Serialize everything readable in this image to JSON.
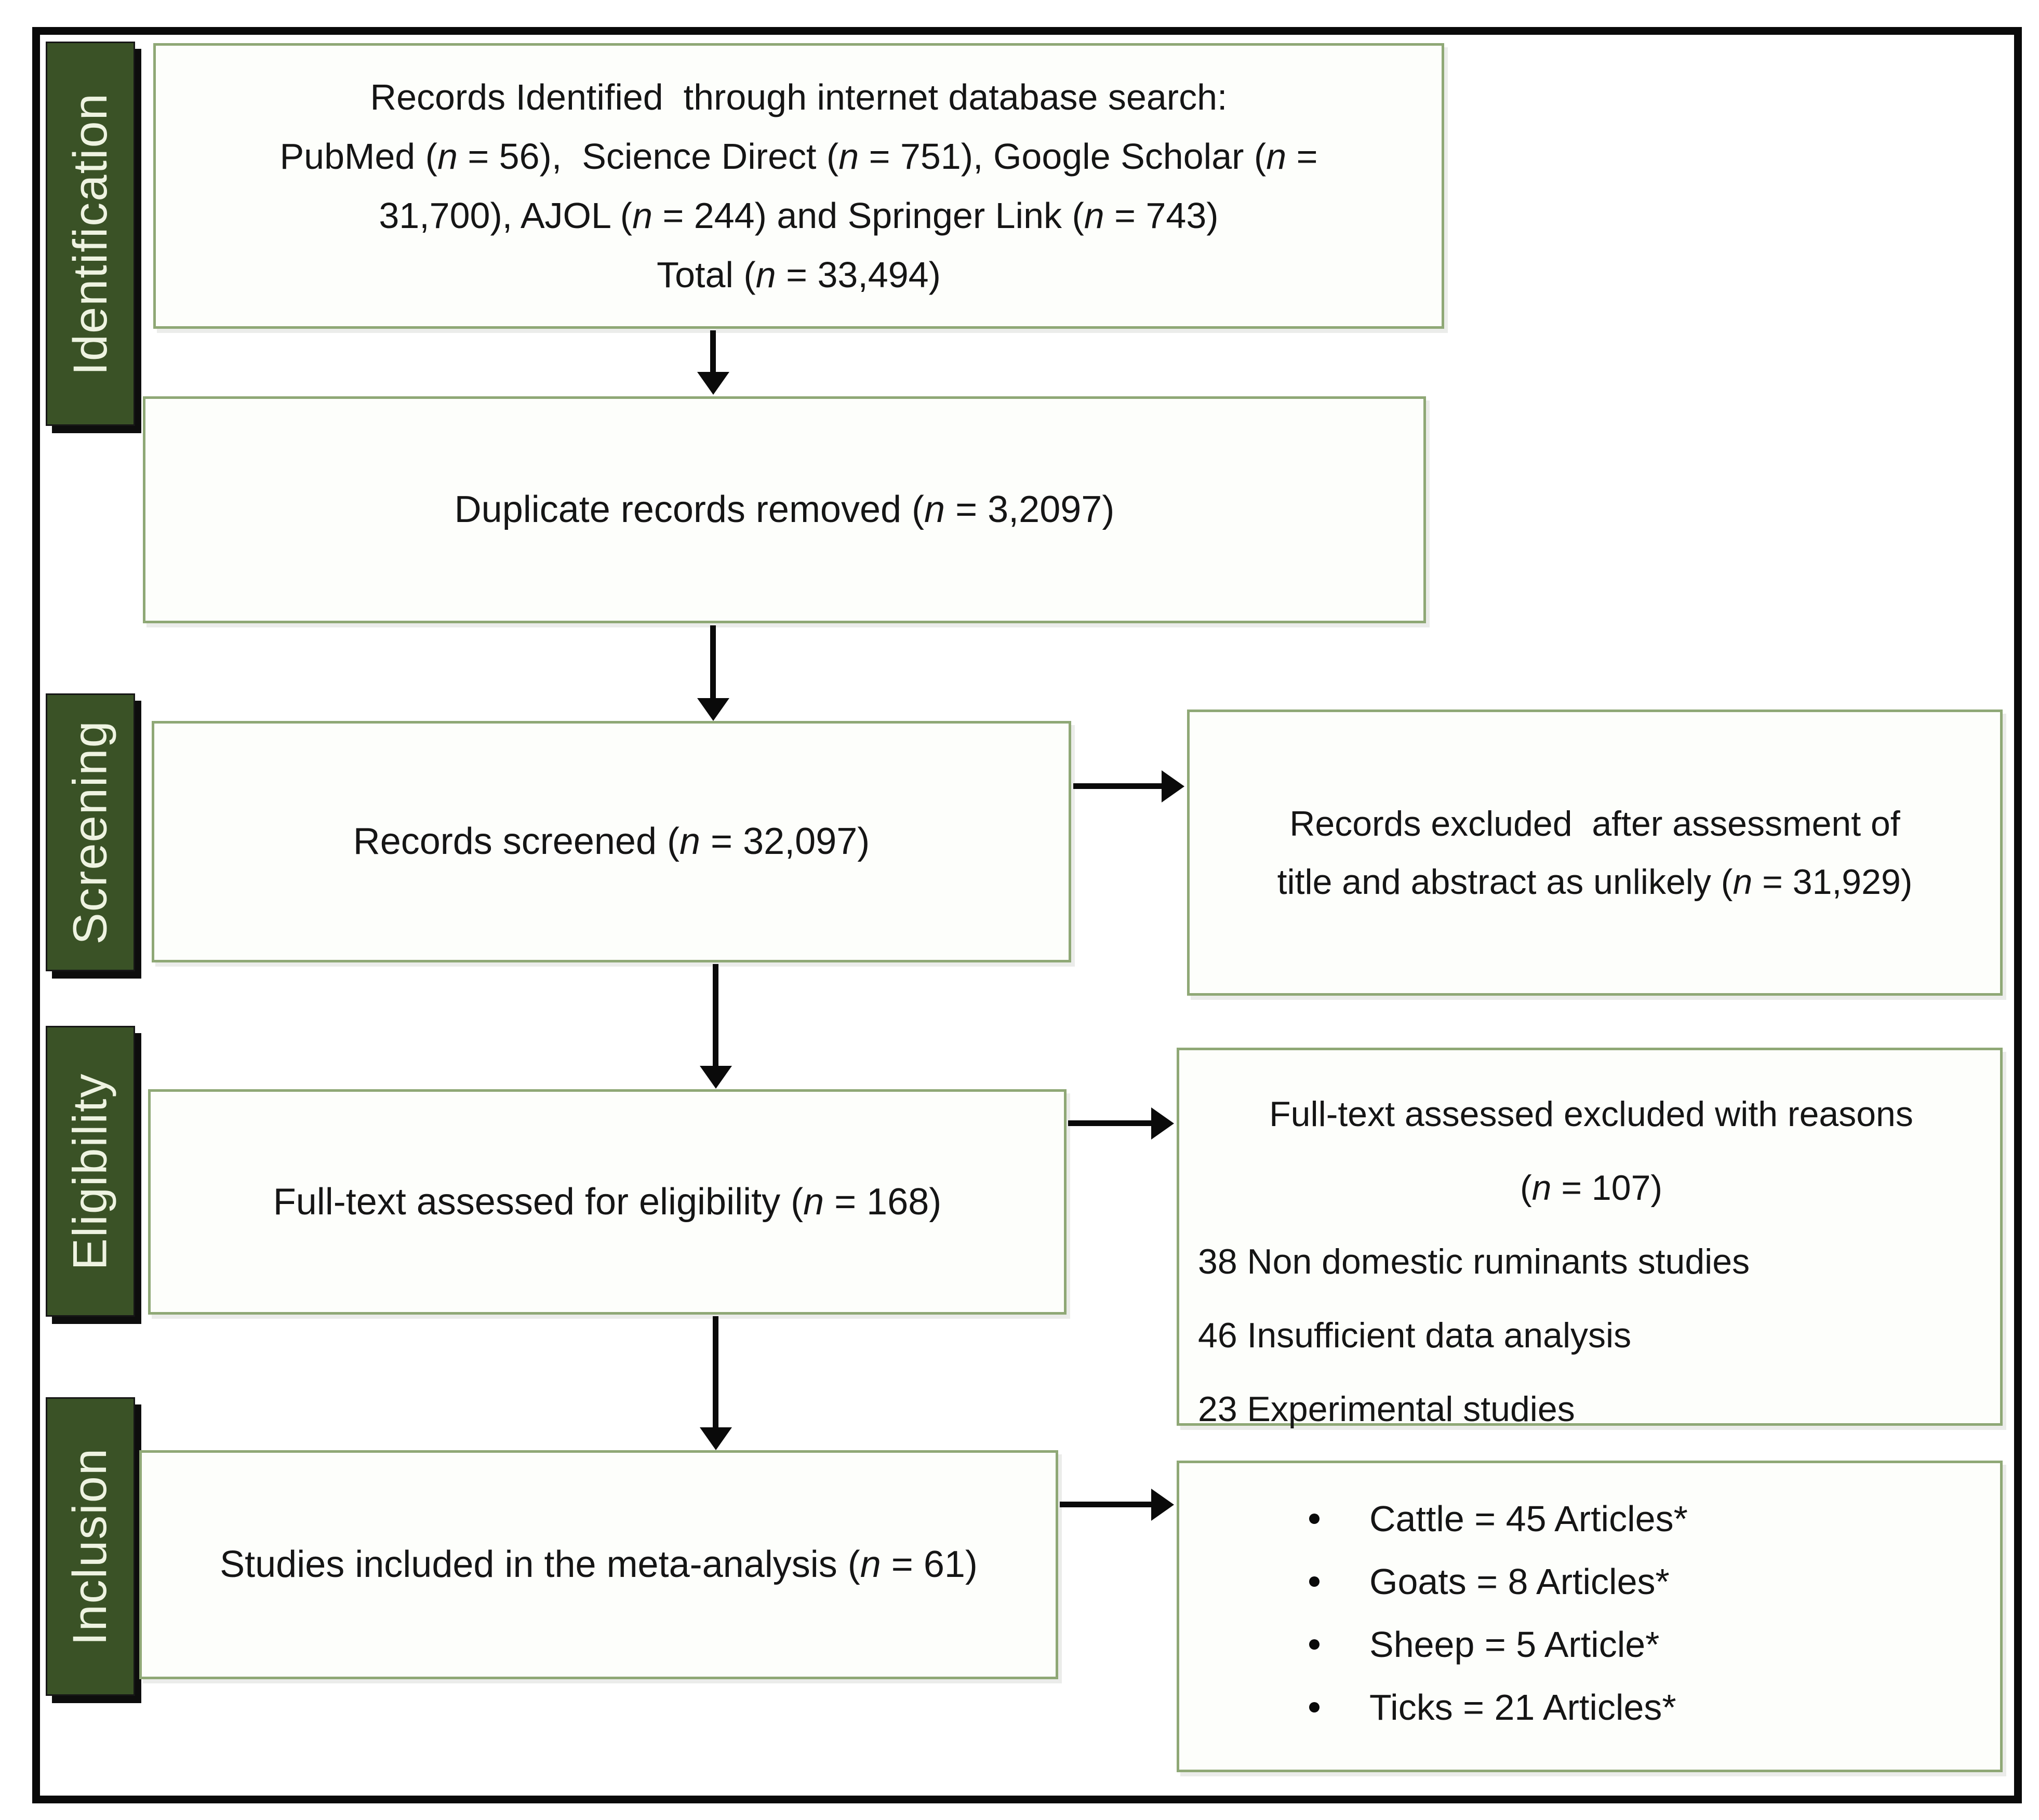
{
  "figure": {
    "type": "PRISMA flow diagram",
    "stage_labels": [
      "Identification",
      "Screening",
      "Eligibility",
      "Inclusion"
    ],
    "boxes": {
      "identified": {
        "lines": [
          "Records Identified  through internet database search:",
          "PubMed (n = 56),  Science Direct (n = 751), Google Scholar (n =",
          "31,700), AJOL (n = 244) and Springer Link (n = 743)",
          "Total (n = 33,494)"
        ]
      },
      "duplicates_removed": {
        "text": "Duplicate records removed (n = 3,2097)"
      },
      "records_screened": {
        "text": "Records screened (n = 32,097)"
      },
      "records_excluded": {
        "lines": [
          "Records excluded  after assessment of",
          "title and abstract as unlikely (n = 31,929)"
        ]
      },
      "fulltext_assessed": {
        "text": "Full-text assessed for eligibility (n = 168)"
      },
      "fulltext_excluded": {
        "title_lines": [
          "Full-text assessed excluded with reasons",
          "(n = 107)"
        ],
        "reasons": [
          "38 Non domestic ruminants studies",
          "46 Insufficient data analysis",
          "23 Experimental studies"
        ]
      },
      "included": {
        "text": "Studies included in the meta-analysis (n = 61)"
      },
      "included_breakdown": {
        "items": [
          "Cattle = 45 Articles*",
          "Goats = 8 Articles*",
          "Sheep = 5 Article*",
          "Ticks = 21 Articles*"
        ]
      }
    },
    "colors": {
      "stage_green": "#3a5226",
      "stage_text": "#eef3e1",
      "box_border": "#8fa876",
      "arrow_black": "#0a0a0a"
    }
  }
}
